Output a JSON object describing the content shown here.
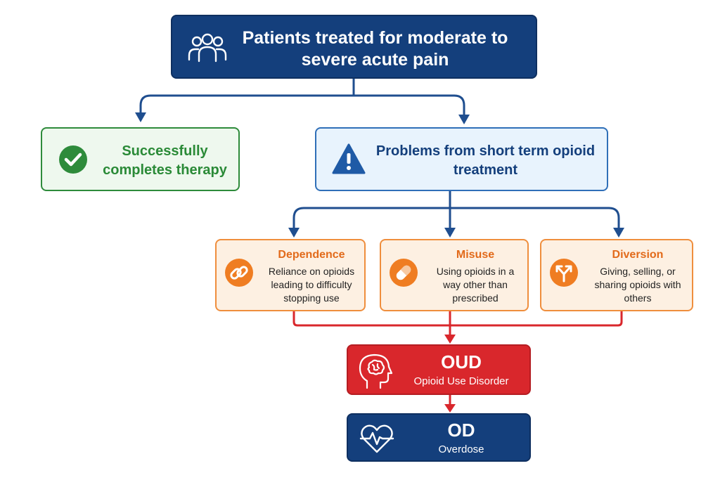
{
  "top": {
    "title": "Patients treated for moderate to severe acute pain",
    "icon": "people-icon"
  },
  "success": {
    "title": "Successfully completes therapy",
    "icon": "checkmark-icon"
  },
  "problems": {
    "title": "Problems from short term opioid treatment",
    "icon": "warning-icon"
  },
  "types": [
    {
      "name": "Dependence",
      "description": "Reliance on opioids leading to difficulty stopping use",
      "icon": "link-icon"
    },
    {
      "name": "Misuse",
      "description": "Using opioids in a way other than prescribed",
      "icon": "pill-icon"
    },
    {
      "name": "Diversion",
      "description": "Giving, selling, or sharing opioids with others",
      "icon": "split-arrow-icon"
    }
  ],
  "oud": {
    "abbr": "OUD",
    "full": "Opioid Use Disorder",
    "icon": "brain-head-icon"
  },
  "od": {
    "abbr": "OD",
    "full": "Overdose",
    "icon": "heart-pulse-icon"
  },
  "colors": {
    "navy": "#143f7c",
    "blue_connector": "#1f4e8f",
    "green": "#2e8b3b",
    "orange": "#ef8e3d",
    "orange_text": "#e26a1a",
    "red": "#d9272c"
  }
}
